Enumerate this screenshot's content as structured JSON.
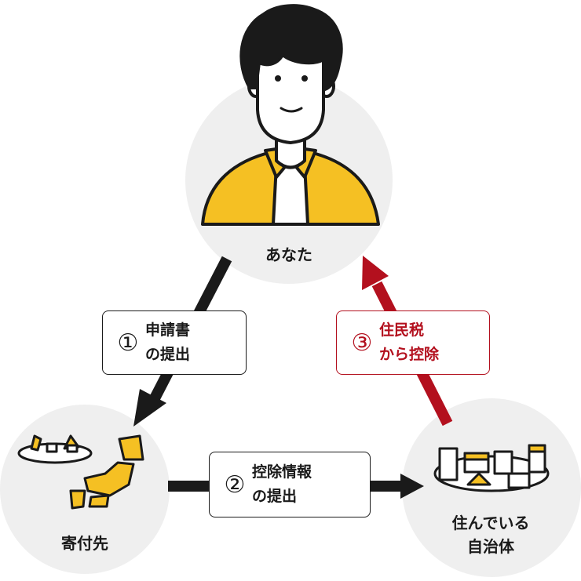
{
  "nodes": {
    "you": {
      "label": "あなた"
    },
    "donation_target": {
      "label": "寄付先"
    },
    "municipality": {
      "label_line1": "住んでいる",
      "label_line2": "自治体"
    }
  },
  "steps": [
    {
      "number": "①",
      "line1": "申請書",
      "line2": "の提出",
      "color": "#1a1a1a"
    },
    {
      "number": "②",
      "line1": "控除情報",
      "line2": "の提出",
      "color": "#1a1a1a"
    },
    {
      "number": "③",
      "line1": "住民税",
      "line2": "から控除",
      "color": "#b3101e"
    }
  ],
  "colors": {
    "accent_yellow": "#f5c023",
    "accent_red": "#b3101e",
    "circle_gray": "#efefef"
  }
}
